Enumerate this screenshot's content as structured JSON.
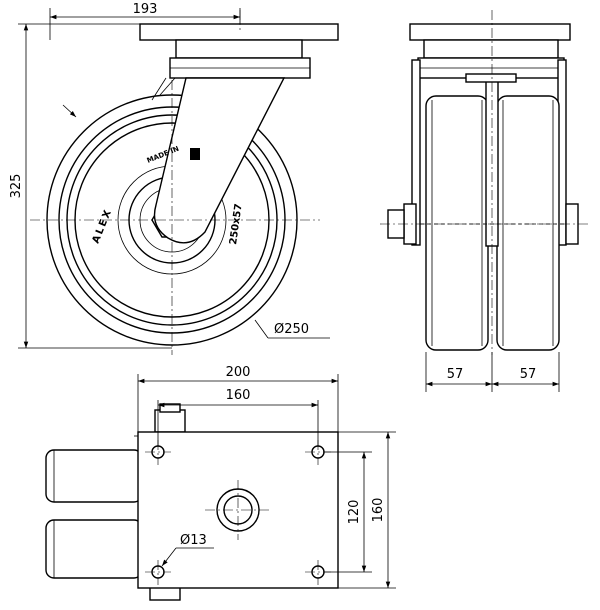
{
  "dimensions": {
    "top_plate_width": "193",
    "overall_height": "325",
    "wheel_diameter": "Ø250",
    "wheel_width_left": "57",
    "wheel_width_right": "57",
    "plate_width": "200",
    "hole_spacing_x": "160",
    "hole_spacing_y": "120",
    "plate_height": "160",
    "hole_diameter": "Ø13"
  },
  "wheel_labels": {
    "made_in": "MADE IN",
    "brand": "ALEX",
    "size": "250x57"
  }
}
